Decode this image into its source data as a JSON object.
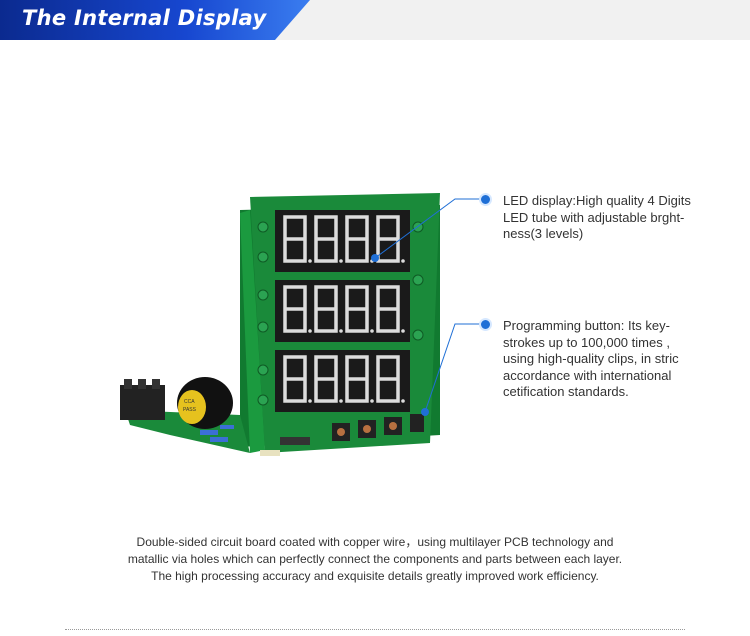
{
  "header": {
    "title": "The Internal Display",
    "accent_color": "#1d4fd6"
  },
  "callouts": [
    {
      "lines": [
        "LED display:High quality 4 Digits",
        "LED tube with adjustable brght-",
        "ness(3 levels)"
      ]
    },
    {
      "lines": [
        "Programming button:  Its key-",
        "strokes up to 100,000 times ,",
        "using high-quality clips, in stric",
        "accordance with international",
        "cetification standards."
      ]
    }
  ],
  "caption": {
    "lines": [
      "Double-sided circuit board coated with copper wire，using multilayer PCB technology and",
      "matallic via holes which can perfectly connect the components and parts between each layer.",
      "The high processing accuracy and exquisite details greatly improved work efficiency."
    ]
  },
  "colors": {
    "pcb": "#1a8a3a",
    "led_digit": "#e8e8e8",
    "callout_line": "#1f6fd6"
  }
}
